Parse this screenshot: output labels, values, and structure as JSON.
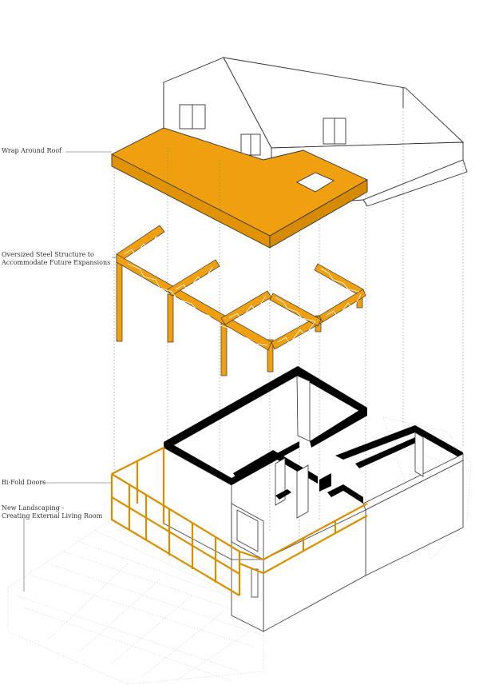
{
  "labels": {
    "roof": "Wrap Around Roof",
    "steel_line1": "Oversized Steel Structure to",
    "steel_line2": "Accommodate Future Expansions",
    "doors": "Bi-Fold Doors",
    "landscape_line1": "New Landscaping -",
    "landscape_line2": "Creating External Living Room"
  },
  "colors": {
    "accent": "#F0A00F",
    "line": "#333333",
    "wall": "#000000",
    "guide": "#666666",
    "paving": "#CFCFCF"
  }
}
